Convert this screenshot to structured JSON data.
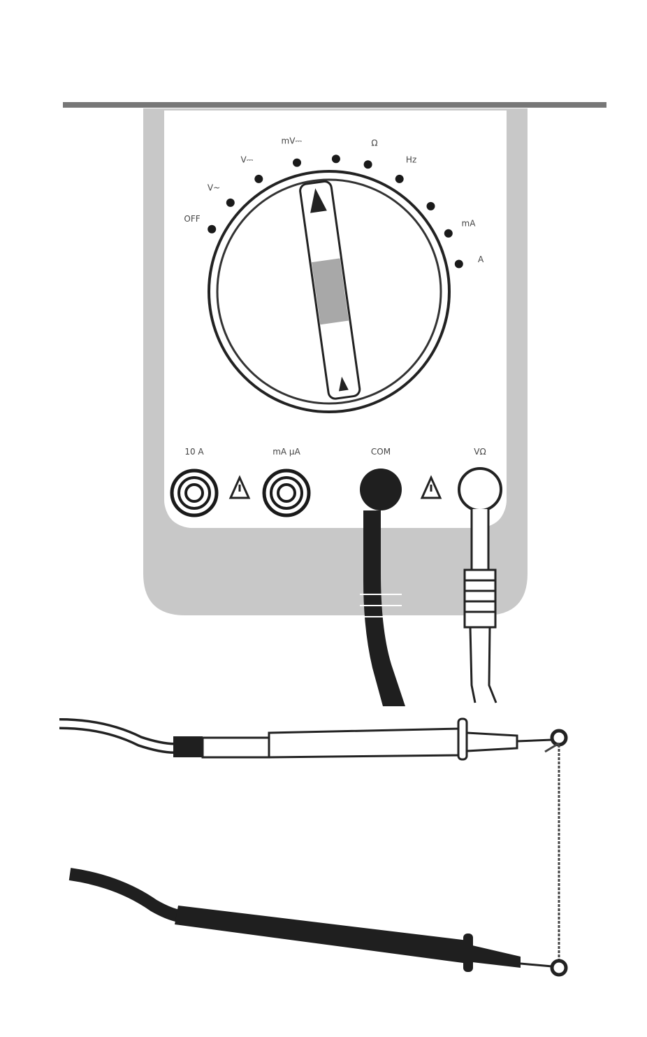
{
  "figure": {
    "subject": "multimeter with test leads shorted together",
    "colors": {
      "body_fill": "#c8c8c8",
      "faceplate_fill": "#ffffff",
      "ink": "#1a1a1a",
      "pointer_fill": "#a8a8a8",
      "black_lead": "#1f1f1f",
      "red_lead": "#ffffff"
    }
  },
  "dial": {
    "selected_position": "top-left of knob",
    "positions": [
      {
        "label": "OFF",
        "icon": "dot-icon"
      },
      {
        "label": "V~",
        "icon": "dot-icon"
      },
      {
        "label": "V⎓",
        "icon": "dot-icon"
      },
      {
        "label": "mV⎓",
        "icon": "dot-icon"
      },
      {
        "label": "",
        "icon": "dot-icon"
      },
      {
        "label": "Ω",
        "icon": "dot-icon"
      },
      {
        "label": "Hz",
        "icon": "dot-icon"
      },
      {
        "label": "",
        "icon": "dot-icon"
      },
      {
        "label": "mA",
        "icon": "dot-icon"
      },
      {
        "label": "A",
        "icon": "dot-icon"
      }
    ]
  },
  "ports": [
    {
      "label": "10 A",
      "state": "empty"
    },
    {
      "label": "mA µA",
      "state": "empty"
    },
    {
      "label": "COM",
      "state": "black lead plugged"
    },
    {
      "label": "VΩ",
      "state": "red lead plugged"
    }
  ],
  "warnings": [
    {
      "icon": "warning-triangle-icon"
    },
    {
      "icon": "warning-triangle-icon"
    }
  ],
  "leads": [
    {
      "name": "red lead",
      "color": "white"
    },
    {
      "name": "black lead",
      "color": "black"
    }
  ]
}
